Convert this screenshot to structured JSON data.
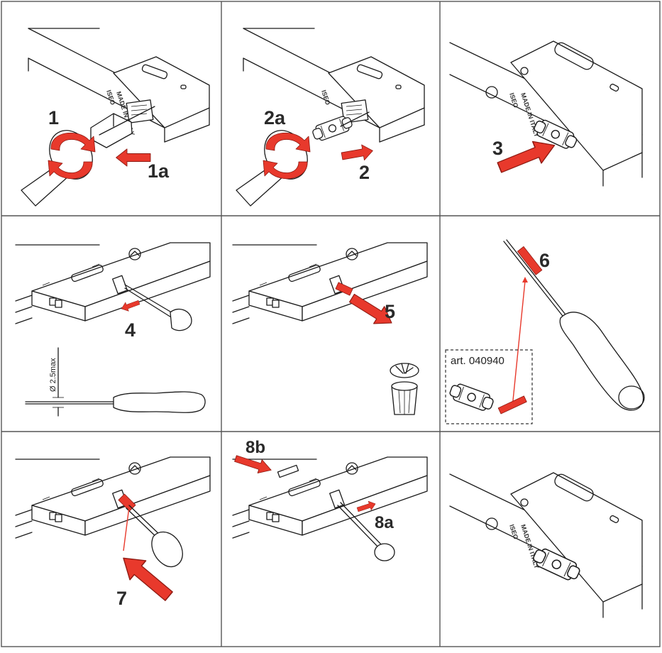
{
  "steps": {
    "s1": "1",
    "s1a": "1a",
    "s2a": "2a",
    "s2": "2",
    "s3": "3",
    "s4": "4",
    "s5": "5",
    "s6": "6",
    "s7": "7",
    "s8b": "8b",
    "s8a": "8a"
  },
  "brand_mark": "ISEO",
  "made_in": "MADE IN ITALY",
  "art_label": "art. 040940",
  "dimension_label": "Ø 2.5max",
  "colors": {
    "accent": "#e8392c",
    "line": "#1b1b1b",
    "grid": "#555555",
    "background": "#ffffff"
  }
}
